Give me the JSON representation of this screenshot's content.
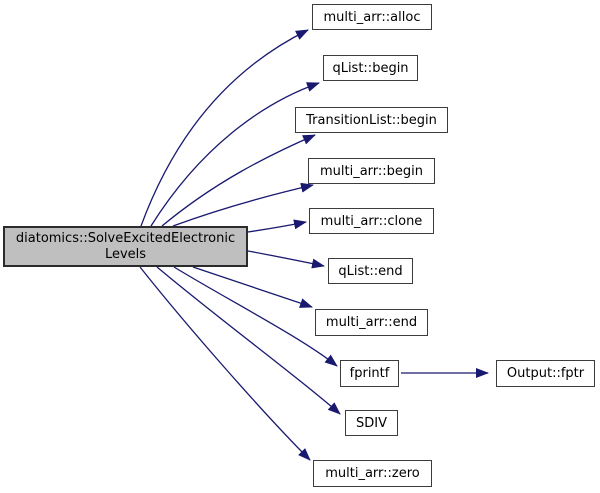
{
  "colors": {
    "background": "#ffffff",
    "edge": "#191970",
    "node-border": "#3c3c3c",
    "node-fill": "#ffffff",
    "highlight-node-fill": "#bfbfbf",
    "text": "#000000"
  },
  "graph": {
    "type": "call-graph",
    "nodes": [
      {
        "id": "diatomics-solve-excited-electronic-levels",
        "label": "diatomics::SolveExcitedElectronic Levels",
        "highlighted": true
      },
      {
        "id": "multi-arr-alloc",
        "label": "multi_arr::alloc"
      },
      {
        "id": "qlist-begin",
        "label": "qList::begin"
      },
      {
        "id": "transitionlist-begin",
        "label": "TransitionList::begin"
      },
      {
        "id": "multi-arr-begin",
        "label": "multi_arr::begin"
      },
      {
        "id": "multi-arr-clone",
        "label": "multi_arr::clone"
      },
      {
        "id": "qlist-end",
        "label": "qList::end"
      },
      {
        "id": "multi-arr-end",
        "label": "multi_arr::end"
      },
      {
        "id": "fprintf",
        "label": "fprintf"
      },
      {
        "id": "sdiv",
        "label": "SDIV"
      },
      {
        "id": "multi-arr-zero",
        "label": "multi_arr::zero"
      },
      {
        "id": "output-fptr",
        "label": "Output::fptr"
      }
    ],
    "edges": [
      {
        "from": "diatomics-solve-excited-electronic-levels",
        "to": "multi-arr-alloc"
      },
      {
        "from": "diatomics-solve-excited-electronic-levels",
        "to": "qlist-begin"
      },
      {
        "from": "diatomics-solve-excited-electronic-levels",
        "to": "transitionlist-begin"
      },
      {
        "from": "diatomics-solve-excited-electronic-levels",
        "to": "multi-arr-begin"
      },
      {
        "from": "diatomics-solve-excited-electronic-levels",
        "to": "multi-arr-clone"
      },
      {
        "from": "diatomics-solve-excited-electronic-levels",
        "to": "qlist-end"
      },
      {
        "from": "diatomics-solve-excited-electronic-levels",
        "to": "multi-arr-end"
      },
      {
        "from": "diatomics-solve-excited-electronic-levels",
        "to": "fprintf"
      },
      {
        "from": "diatomics-solve-excited-electronic-levels",
        "to": "sdiv"
      },
      {
        "from": "diatomics-solve-excited-electronic-levels",
        "to": "multi-arr-zero"
      },
      {
        "from": "fprintf",
        "to": "output-fptr"
      }
    ]
  }
}
